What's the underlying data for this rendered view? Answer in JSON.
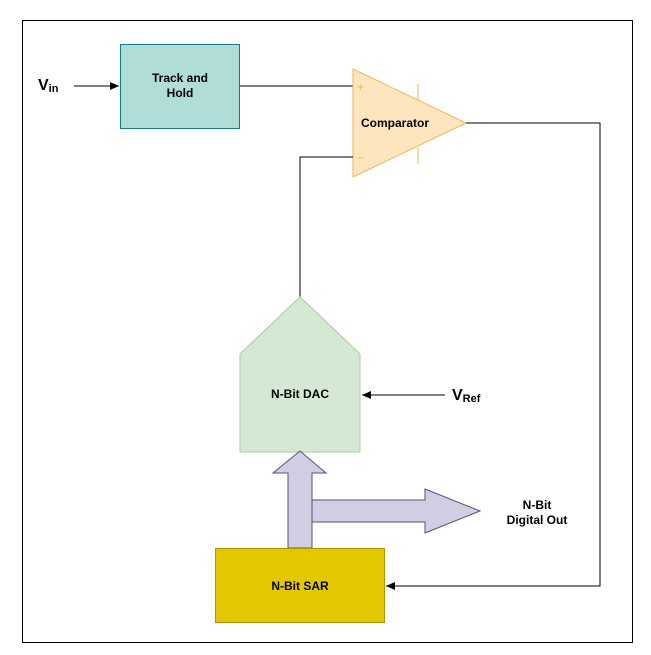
{
  "diagram": {
    "inputs": {
      "vin": {
        "symbol": "V",
        "subscript": "in"
      },
      "vref": {
        "symbol": "V",
        "subscript": "Ref"
      }
    },
    "blocks": {
      "track_hold": {
        "line1": "Track and",
        "line2": "Hold"
      },
      "comparator": {
        "label": "Comparator",
        "plus": "+",
        "minus": "−"
      },
      "dac": {
        "label": "N-Bit DAC"
      },
      "sar": {
        "label": "N-Bit SAR"
      }
    },
    "output": {
      "line1": "N-Bit",
      "line2": "Digital Out"
    },
    "colors": {
      "track_hold_fill": "#b1ddd9",
      "track_hold_stroke": "#0e8088",
      "comparator_fill": "#fde6bd",
      "comparator_stroke": "#f0b650",
      "dac_fill": "#d5e8d4",
      "dac_stroke": "#a4cfa0",
      "sar_fill": "#e3c800",
      "sar_stroke": "#b09500",
      "bus_fill": "#d0cee2",
      "bus_stroke": "#56517e",
      "wire": "#000000",
      "frame": "#000000"
    }
  }
}
